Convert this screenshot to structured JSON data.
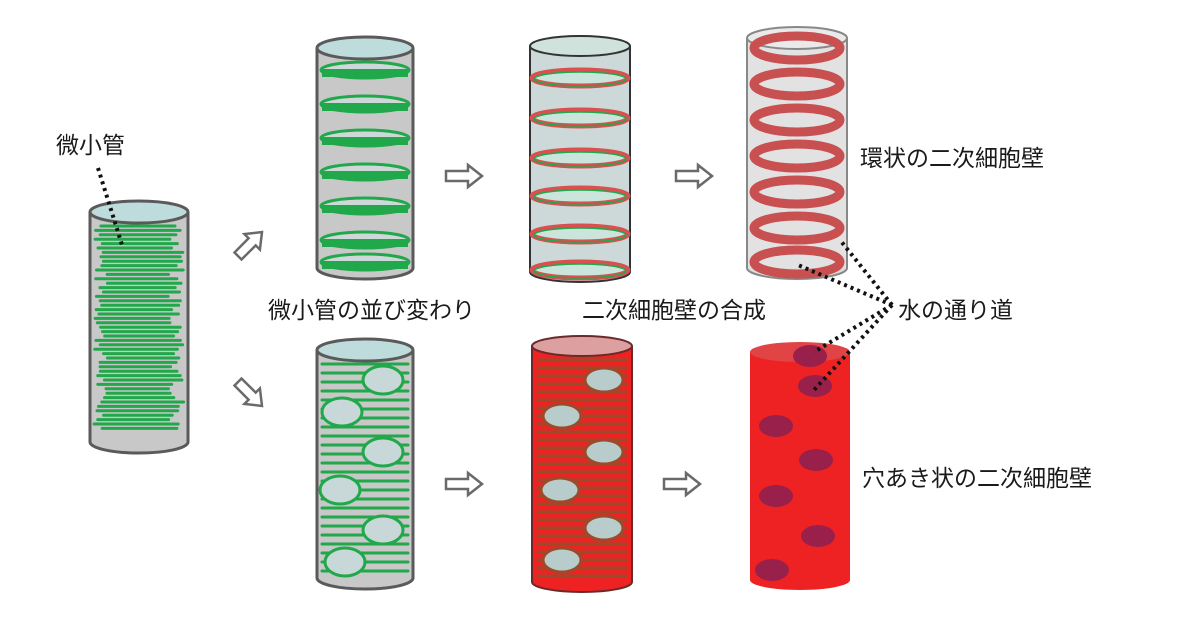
{
  "labels": {
    "microtubule": "微小管",
    "rearrangement": "微小管の並び変わり",
    "wall_synthesis": "二次細胞壁の合成",
    "annular_wall": "環状の二次細胞壁",
    "water_path": "水の通り道",
    "pitted_wall": "穴あき状の二次細胞壁"
  },
  "colors": {
    "tube_fill": "#c8c8c8",
    "tube_outline": "#5a5a5a",
    "tube_top": "#bfdcdc",
    "microtubule_green": "#21a84a",
    "wall_red": "#ee2222",
    "ring_red": "#c85050",
    "strip_brown": "#9b4a2a",
    "hole_fill": "#b8cccc",
    "pit_dark": "#98204a",
    "arrow": "#6a6a6a",
    "text": "#1a1a1a"
  }
}
